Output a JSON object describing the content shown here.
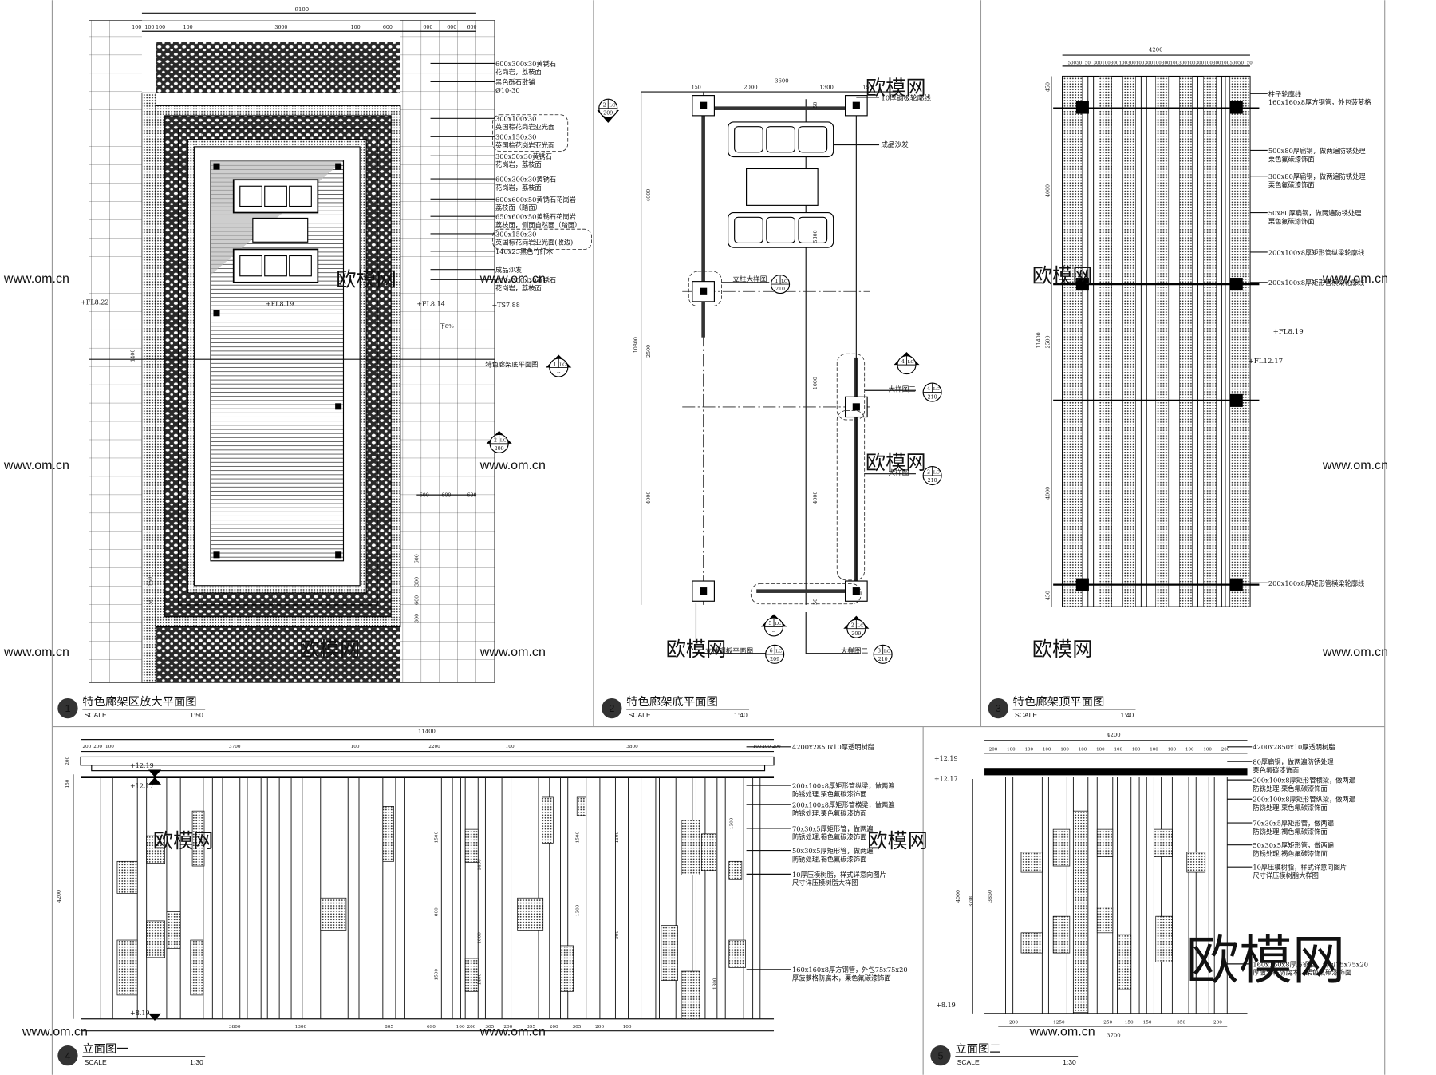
{
  "colors": {
    "ink": "#111111",
    "frame": "#9a9a9a",
    "watermark": "#cfcfcf",
    "logo": "#3a3a3a"
  },
  "watermark": {
    "logo": "欧模网",
    "url": "www.om.cn"
  },
  "panel1": {
    "number": "1",
    "title": "特色廊架区放大平面图",
    "scale_label": "SCALE",
    "scale": "1:50",
    "dims_top": {
      "total": "9100",
      "parts": [
        "100",
        "100",
        "3600",
        "100",
        "600",
        "600",
        "600",
        "600"
      ],
      "left": [
        "100",
        "100"
      ]
    },
    "dims_right": [
      "300",
      "600",
      "600",
      "600",
      "600",
      "600",
      "300"
    ],
    "dims_left": [
      "1400",
      "150",
      "50"
    ],
    "levels": [
      "+FL8.22",
      "+FL8.19",
      "+FL8.14",
      "+TS7.88",
      "下8%"
    ],
    "ref_label": "特色廊架底平面图",
    "notes": [
      {
        "lines": [
          "600x300x30黄锈石",
          "花岗岩，荔枝面"
        ]
      },
      {
        "lines": [
          "黑色砾石散铺",
          "Ø10-30"
        ]
      },
      {
        "lines": [
          "300x100x30",
          "英国棕花岗岩亚光面"
        ]
      },
      {
        "lines": [
          "300x150x30",
          "英国棕花岗岩亚光面"
        ]
      },
      {
        "lines": [
          "300x50x30黄锈石",
          "花岗岩，荔枝面"
        ]
      },
      {
        "lines": [
          "600x300x30黄锈石",
          "花岗岩，荔枝面"
        ]
      },
      {
        "lines": [
          "600x600x50黄锈石花岗岩",
          "荔枝面（踏面）"
        ]
      },
      {
        "lines": [
          "650x600x50黄锈石花岗岩",
          "荔枝面，侧面自然面（踏面）"
        ]
      },
      {
        "lines": [
          "300x150x30",
          "英国棕花岗岩亚光面(收边)"
        ]
      },
      {
        "lines": [
          "140x25黑色竹纤木"
        ]
      },
      {
        "lines": [
          "成品沙发"
        ]
      },
      {
        "lines": [
          "600x300x30黄锈石",
          "花岗岩，荔枝面"
        ]
      }
    ],
    "symbols": [
      {
        "top": "1",
        "right": "LC",
        "bottom": "--"
      },
      {
        "top": "2",
        "right": "LC",
        "bottom": "209"
      }
    ]
  },
  "panel2": {
    "number": "2",
    "title": "特色廊架底平面图",
    "scale_label": "SCALE",
    "scale": "1:40",
    "dims_top": {
      "total": "3600",
      "parts": [
        "2000",
        "1300"
      ],
      "ends": [
        "150",
        "150"
      ]
    },
    "dims_left": [
      "4000",
      "2500",
      "10800",
      "4000"
    ],
    "dims_inner": [
      "5300",
      "1000",
      "4000",
      "50",
      "50"
    ],
    "notes": [
      {
        "text": "10厚钢板轮廓线"
      },
      {
        "text": "成品沙发"
      }
    ],
    "callouts": [
      {
        "label": "立柱大样图",
        "top": "1",
        "right": "LC",
        "bottom": "210"
      },
      {
        "label": "大样图三",
        "top": "4",
        "right": "LC",
        "bottom": "210"
      },
      {
        "label": "大样图一",
        "top": "2",
        "right": "LC",
        "bottom": "210"
      },
      {
        "label": "立柱钢板平面图",
        "top": "6",
        "right": "LC",
        "bottom": "209"
      },
      {
        "label": "大样图二",
        "top": "3",
        "right": "LC",
        "bottom": "210"
      }
    ],
    "sections": [
      {
        "top": "4",
        "right": "LC",
        "bottom": "--"
      },
      {
        "top": "5",
        "right": "LC",
        "bottom": "--"
      },
      {
        "top": "2",
        "right": "LC",
        "bottom": "209"
      }
    ]
  },
  "panel3": {
    "number": "3",
    "title": "特色廊架顶平面图",
    "scale_label": "SCALE",
    "scale": "1:40",
    "dims_top": {
      "total": "4200",
      "parts": [
        "500",
        "50",
        "50",
        "300",
        "100",
        "300",
        "100",
        "300",
        "100",
        "300",
        "100",
        "300",
        "100",
        "300",
        "100",
        "300",
        "100",
        "300",
        "100",
        "500",
        "50",
        "50"
      ]
    },
    "dims_left": [
      "450",
      "4000",
      "11400",
      "2500",
      "4000",
      "450"
    ],
    "levels": [
      "+FL8.19",
      "+FL12.17"
    ],
    "notes": [
      {
        "lines": [
          "柱子轮廓线",
          "160x160x8厚方钢管，外包菠萝格"
        ]
      },
      {
        "lines": [
          "500x80厚扁钢，做两遍防锈处理",
          "栗色氟碳漆饰面"
        ]
      },
      {
        "lines": [
          "300x80厚扁钢，做两遍防锈处理",
          "栗色氟碳漆饰面"
        ]
      },
      {
        "lines": [
          "50x80厚扁钢，做两遍防锈处理",
          "栗色氟碳漆饰面"
        ]
      },
      {
        "lines": [
          "200x100x8厚矩形管纵梁轮廓线"
        ]
      },
      {
        "lines": [
          "200x100x8厚矩形管横梁轮廓线"
        ]
      },
      {
        "lines": [
          "200x100x8厚矩形管横梁轮廓线"
        ]
      }
    ]
  },
  "panel4": {
    "number": "4",
    "title": "立面图一",
    "scale_label": "SCALE",
    "scale": "1:30",
    "dims_top": {
      "total": "11400",
      "parts": [
        "200",
        "200",
        "100",
        "3700",
        "100",
        "2200",
        "100",
        "3800",
        "100",
        "200",
        "200"
      ]
    },
    "dims_bottom": [
      "3800",
      "1300",
      "805",
      "690",
      "100",
      "200",
      "305",
      "200",
      "395",
      "200",
      "305",
      "200",
      "100"
    ],
    "dims_left": [
      "4200",
      "200",
      "150"
    ],
    "dims_inner": [
      "1500",
      "800",
      "1500",
      "1400",
      "1800",
      "1400",
      "1500",
      "1300",
      "1100",
      "900",
      "1300",
      "1300"
    ],
    "levels": [
      "+12.19",
      "+12.17",
      "+8.19"
    ],
    "notes": [
      {
        "lines": [
          "4200x2850x10厚透明树脂"
        ]
      },
      {
        "lines": [
          "200x100x8厚矩形管纵梁，做两遍",
          "防锈处理,栗色氟碳漆饰面"
        ]
      },
      {
        "lines": [
          "200x100x8厚矩形管横梁，做两遍",
          "防锈处理,栗色氟碳漆饰面"
        ]
      },
      {
        "lines": [
          "70x30x5厚矩形管，做两遍",
          "防锈处理,褐色氟碳漆饰面"
        ]
      },
      {
        "lines": [
          "50x30x5厚矩形管，做两遍",
          "防锈处理,褐色氟碳漆饰面"
        ]
      },
      {
        "lines": [
          "10厚压模树脂，样式详意向图片",
          "尺寸详压模树脂大样图"
        ]
      },
      {
        "lines": [
          "160x160x8厚方钢管，外包75x75x20",
          "厚菠萝格防腐木，栗色氟碳漆饰面"
        ]
      }
    ]
  },
  "panel5": {
    "number": "5",
    "title": "立面图二",
    "scale_label": "SCALE",
    "scale": "1:30",
    "dims_top": {
      "total": "4200",
      "parts": [
        "200",
        "100",
        "100",
        "100",
        "100",
        "100",
        "100",
        "100",
        "100",
        "100",
        "100",
        "100",
        "100",
        "200"
      ]
    },
    "dims_bottom": {
      "total": "3700",
      "parts": [
        "200",
        "1250",
        "250",
        "150",
        "150",
        "350",
        "200"
      ]
    },
    "dims_left": [
      "4000",
      "3700",
      "3850"
    ],
    "levels": [
      "+12.19",
      "+12.17",
      "+8.19"
    ],
    "notes": [
      {
        "lines": [
          "4200x2850x10厚透明树脂"
        ]
      },
      {
        "lines": [
          "80厚扁钢，做两遍防锈处理",
          "栗色氟碳漆饰面"
        ]
      },
      {
        "lines": [
          "200x100x8厚矩形管横梁，做两遍",
          "防锈处理,栗色氟碳漆饰面"
        ]
      },
      {
        "lines": [
          "200x100x8厚矩形管纵梁，做两遍",
          "防锈处理,栗色氟碳漆饰面"
        ]
      },
      {
        "lines": [
          "70x30x5厚矩形管，做两遍",
          "防锈处理,褐色氟碳漆饰面"
        ]
      },
      {
        "lines": [
          "50x30x5厚矩形管，做两遍",
          "防锈处理,褐色氟碳漆饰面"
        ]
      },
      {
        "lines": [
          "10厚压模树脂，样式详意向图片",
          "尺寸详压模树脂大样图"
        ]
      },
      {
        "lines": [
          "160x160x8厚方钢管，外包75x75x20",
          "厚菠萝格防腐木，栗色氟碳漆饰面"
        ]
      }
    ]
  }
}
